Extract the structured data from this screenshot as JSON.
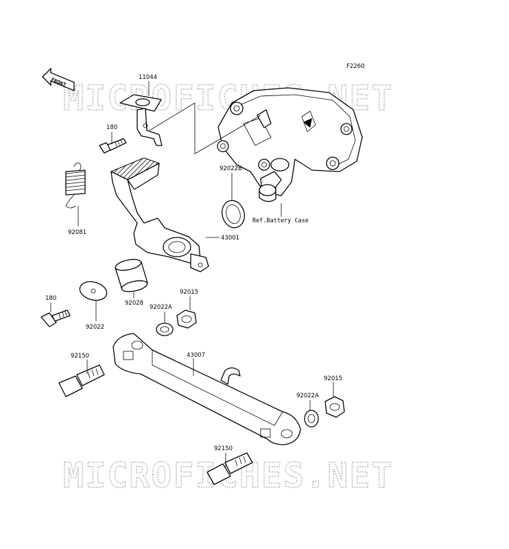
{
  "diagram_code": "F2260",
  "watermark_text": "MICROFICHES.NET",
  "front_arrow_label": "FRONT",
  "reference_label": "Ref.Battery Case",
  "parts": {
    "p11044": "11044",
    "p180_top": "180",
    "p92081": "92081",
    "p92022B": "92022B",
    "p43001": "43001",
    "p92028": "92028",
    "p180_mid": "180",
    "p92022": "92022",
    "p92022A_top": "92022A",
    "p92015_top": "92015",
    "p92150_left": "92150",
    "p43007": "43007",
    "p92015_bottom": "92015",
    "p92022A_bottom": "92022A",
    "p92150_bottom": "92150"
  },
  "colors": {
    "line": "#000000",
    "watermark": "#bdbdbd",
    "background": "#ffffff"
  }
}
